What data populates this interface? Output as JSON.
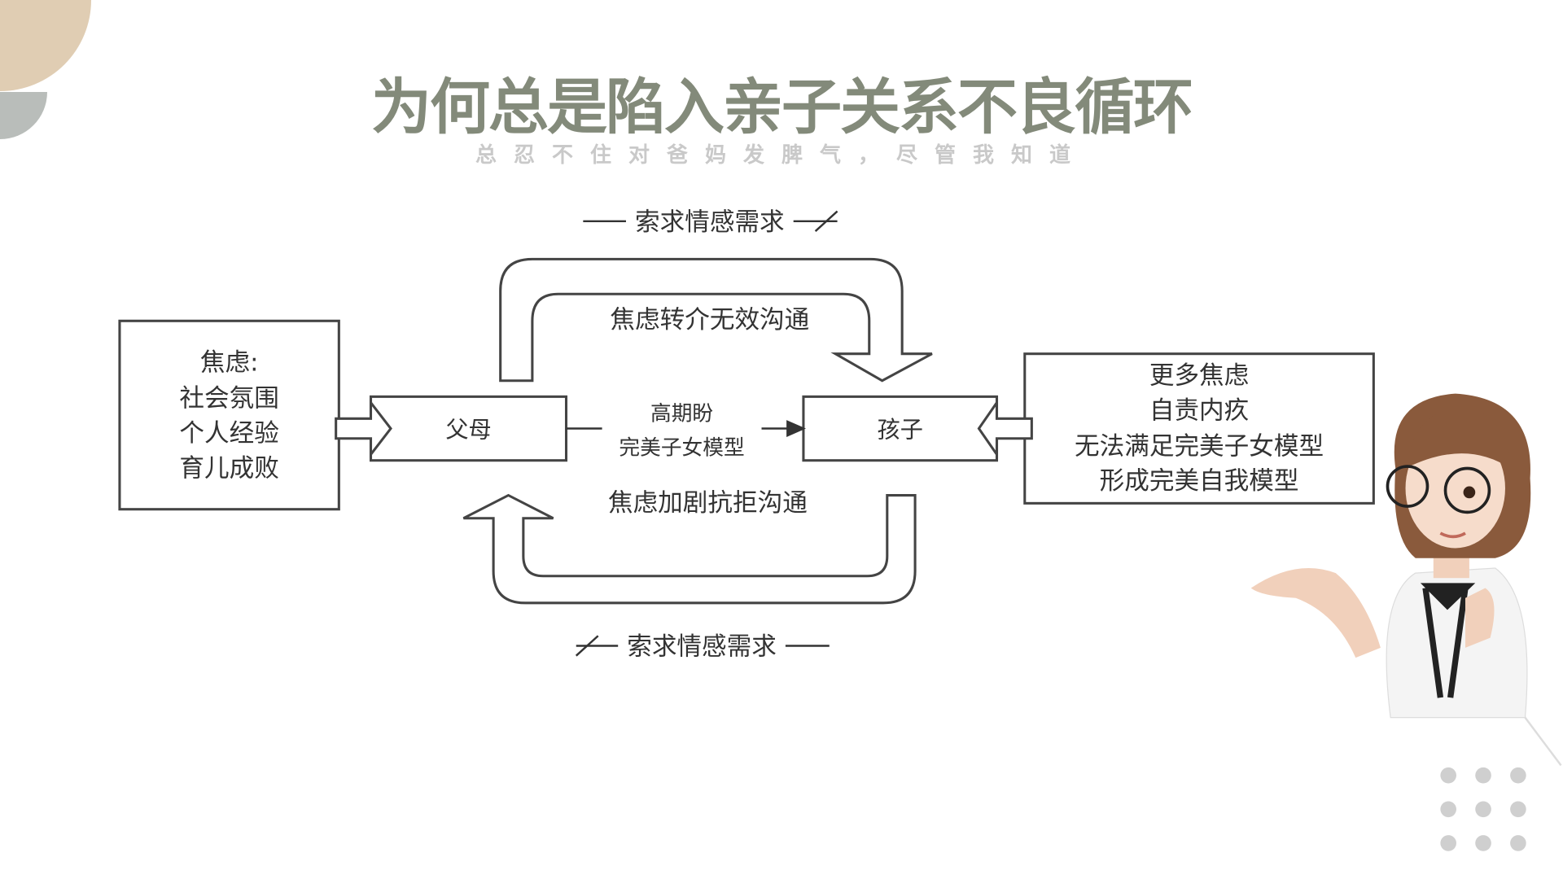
{
  "title": "为何总是陷入亲子关系不良循环",
  "subtitle": "总忍不住对爸妈发脾气，尽管我知道",
  "colors": {
    "title": "#838a7a",
    "beige": "#e0cdb3",
    "gray": "#b9bdba",
    "dots": "#cfcfcf"
  },
  "diagram": {
    "left_box": [
      "焦虑:",
      "社会氛围",
      "个人经验",
      "育儿成败"
    ],
    "parents": "父母",
    "child": "孩子",
    "middle_label": [
      "高期盼",
      "完美子女模型"
    ],
    "right_box": [
      "更多焦虑",
      "自责内疚",
      "无法满足完美子女模型",
      "形成完美自我模型"
    ],
    "top_arrow_label": "焦虑转介无效沟通",
    "bottom_arrow_label": "焦虑加剧抗拒沟通",
    "top_demand": "索求情感需求",
    "bottom_demand": "索求情感需求"
  }
}
